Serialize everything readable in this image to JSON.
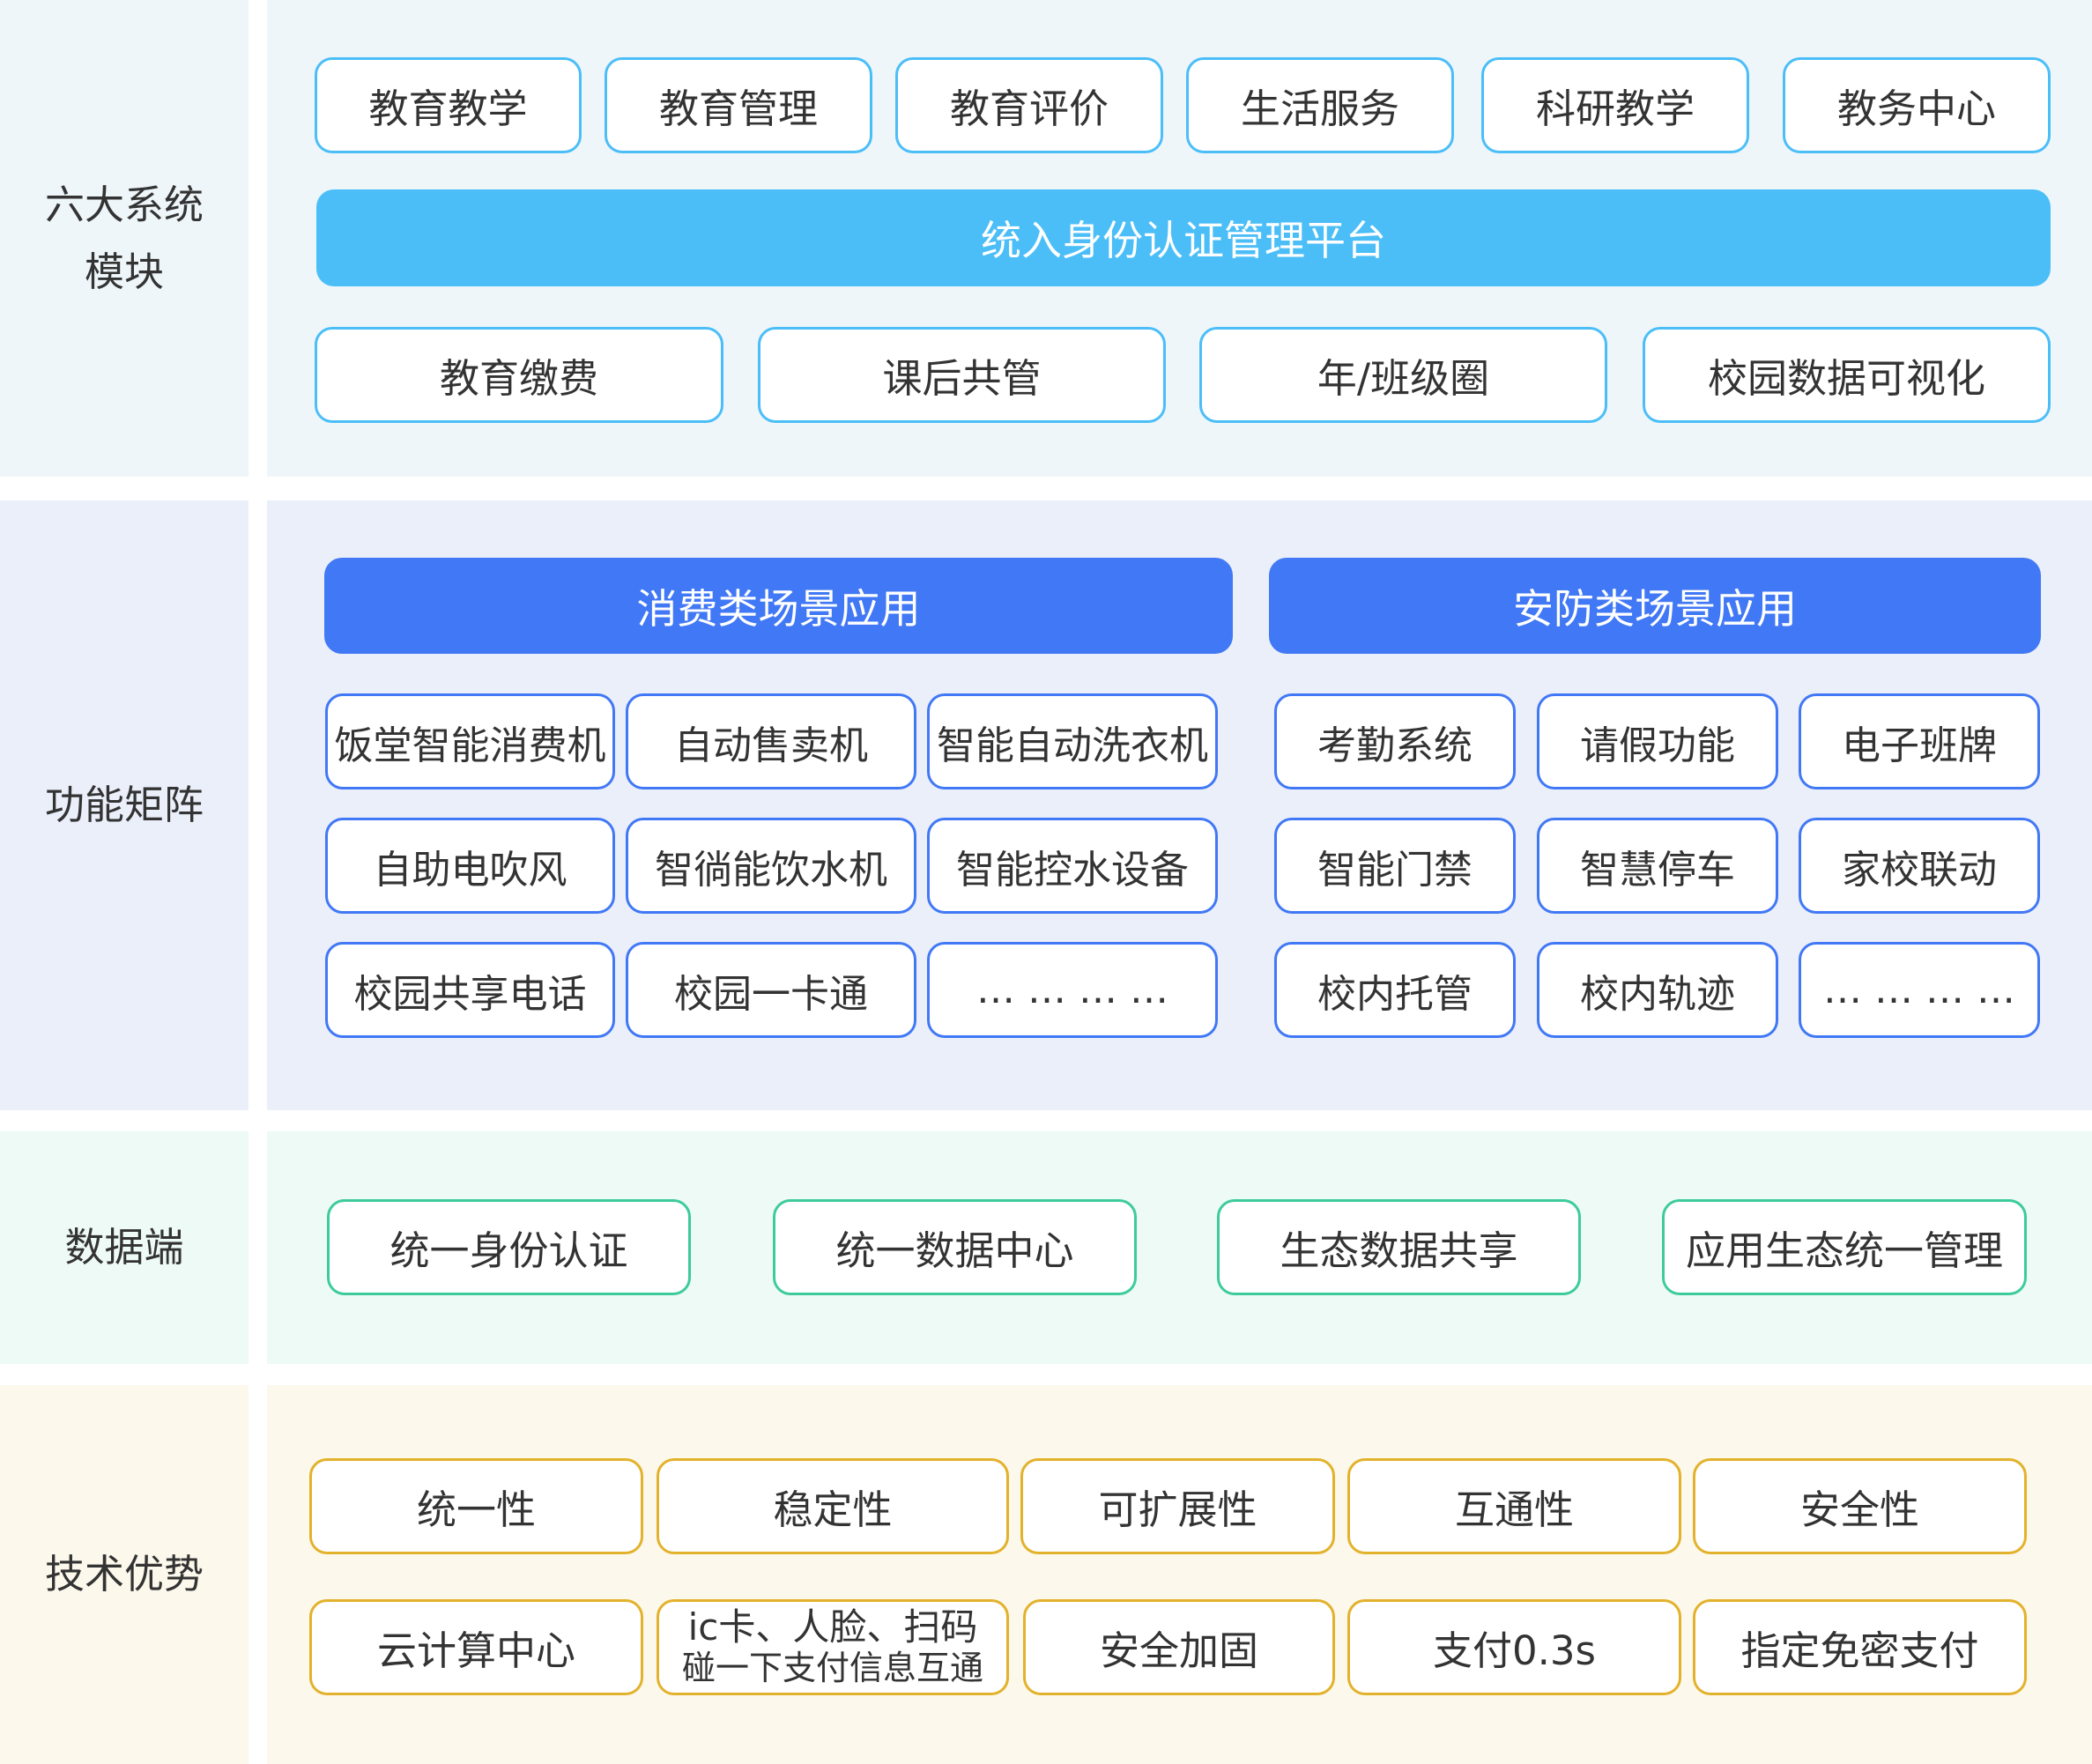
{
  "sections": [
    {
      "label_lines": [
        "六大系统",
        "模块"
      ],
      "row1": [
        "教育教学",
        "教育管理",
        "教育评价",
        "生活服务",
        "科研教学",
        "教务中心"
      ],
      "bar": "统入身份认证管理平台",
      "row3": [
        "教育缴费",
        "课后共管",
        "年/班级圈",
        "校园数据可视化"
      ]
    },
    {
      "label": "功能矩阵",
      "left_header": "消费类场景应用",
      "right_header": "安防类场景应用",
      "left_cells": [
        "饭堂智能消费机",
        "自动售卖机",
        "智能自动洗衣机",
        "自助电吹风",
        "智徜能饮水机",
        "智能控水设备",
        "校园共享电话",
        "校园一卡通",
        "… … … …"
      ],
      "right_cells": [
        "考勤系统",
        "请假功能",
        "电子班牌",
        "智能门禁",
        "智慧停车",
        "家校联动",
        "校内托管",
        "校内轨迹",
        "… … … …"
      ]
    },
    {
      "label": "数据端",
      "items": [
        "统一身份认证",
        "统一数据中心",
        "生态数据共享",
        "应用生态统一管理"
      ]
    },
    {
      "label": "技术优势",
      "row1": [
        "统一性",
        "稳定性",
        "可扩展性",
        "互通性",
        "安全性"
      ],
      "row2": [
        "云计算中心",
        [
          "ic卡、人脸、扫码",
          "碰一下支付信息互通"
        ],
        "安全加固",
        "支付0.3s",
        "指定免密支付"
      ]
    }
  ],
  "colors": {
    "s1_bg": "#eef6fa",
    "s2_bg": "#eaeffa",
    "s3_bg": "#eefaf6",
    "s4_bg": "#fcf8ec",
    "s1_accent": "#4bbef8",
    "s2_accent": "#4178f5",
    "s3_accent": "#3ecb9c",
    "s4_accent": "#e3b22c"
  }
}
